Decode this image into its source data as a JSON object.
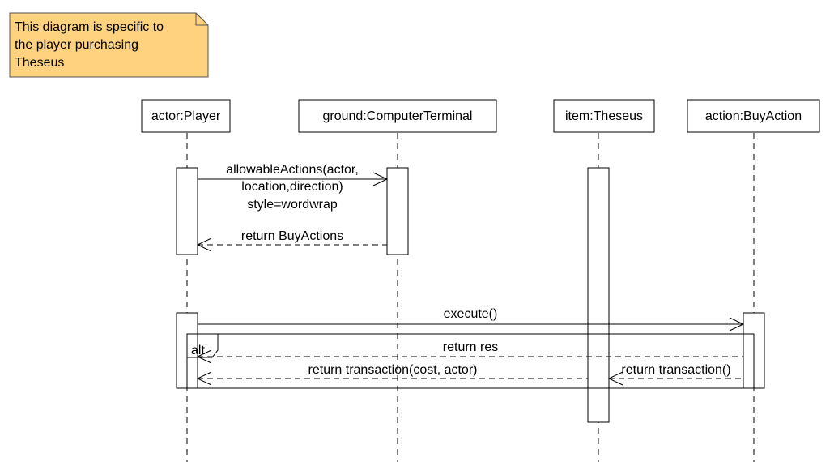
{
  "note": {
    "lines": [
      "This diagram is specific to",
      "the player purchasing",
      "Theseus"
    ],
    "fill": "#FFD27F",
    "stroke": "#555555"
  },
  "lifelines": [
    {
      "id": "player",
      "label": "actor:Player"
    },
    {
      "id": "ground",
      "label": "ground:ComputerTerminal"
    },
    {
      "id": "item",
      "label": "item:Theseus"
    },
    {
      "id": "action",
      "label": "action:BuyAction"
    }
  ],
  "messages": {
    "m1_lines": [
      "allowableActions(actor,",
      "location,direction)",
      "style=wordwrap"
    ],
    "m2": "return BuyActions",
    "m3": "execute()",
    "m4": "return res",
    "m5": "return transaction(cost, actor)",
    "m6": "return transaction()"
  },
  "fragment": {
    "operator": "alt"
  }
}
